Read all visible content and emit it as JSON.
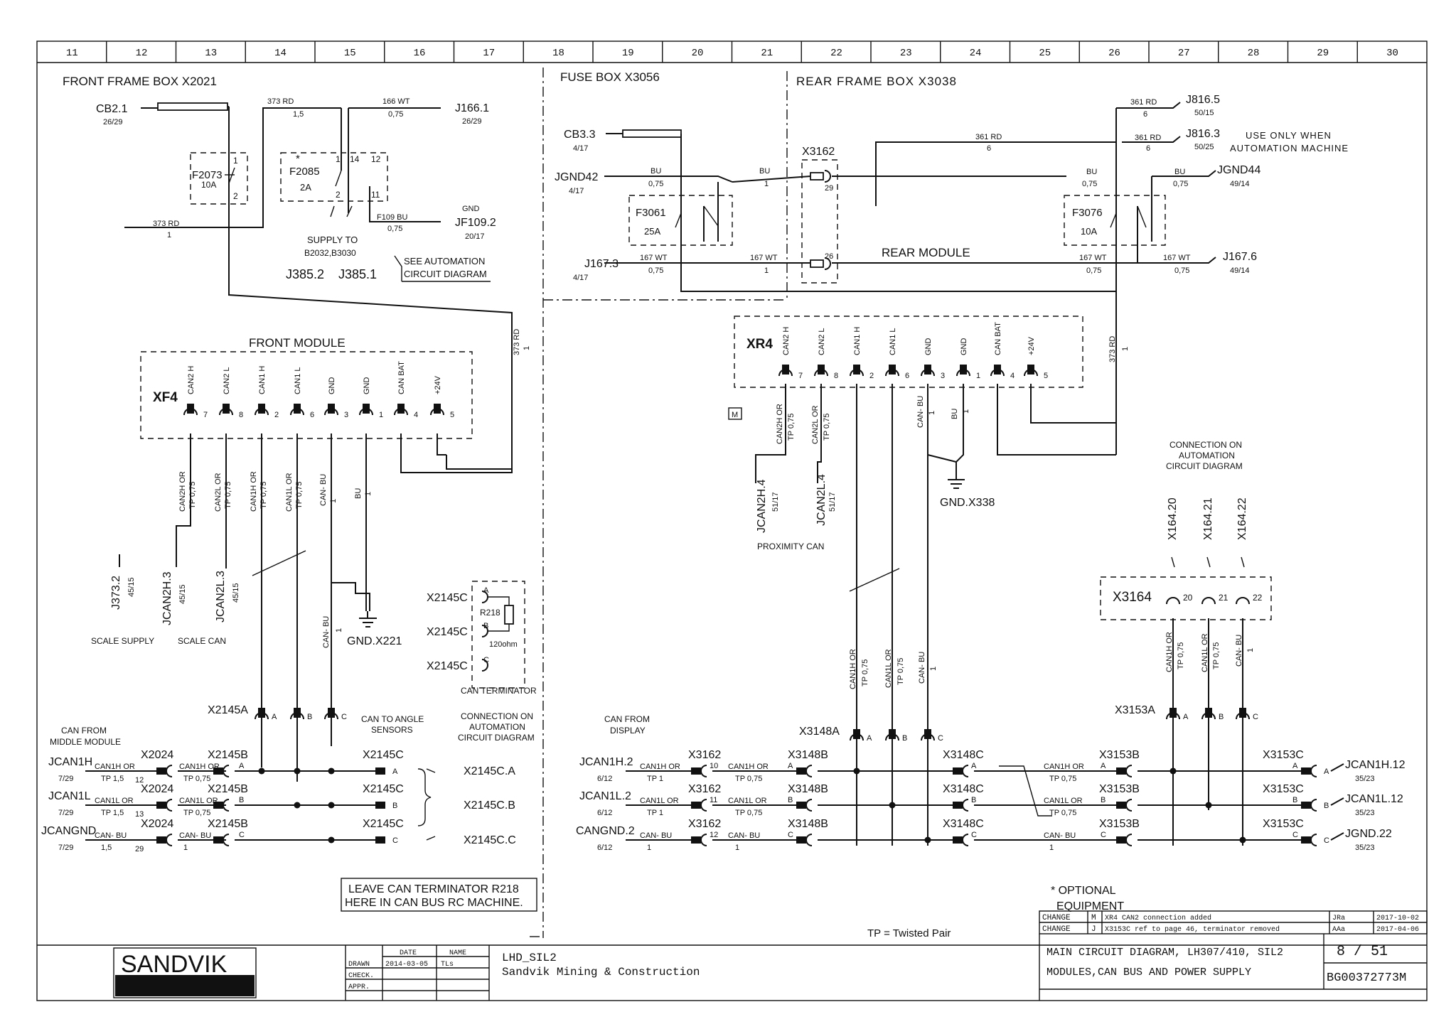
{
  "grid_columns": [
    "11",
    "12",
    "13",
    "14",
    "15",
    "16",
    "17",
    "18",
    "19",
    "20",
    "21",
    "22",
    "23",
    "24",
    "25",
    "26",
    "27",
    "28",
    "29",
    "30"
  ],
  "sections": {
    "front_frame_box": "FRONT FRAME BOX X2021",
    "fuse_box": "FUSE BOX X3056",
    "rear_frame_box": "REAR FRAME BOX X3038",
    "front_module": "FRONT MODULE",
    "rear_module": "REAR MODULE"
  },
  "front": {
    "cb21": "CB2.1",
    "cb21_ref": "26/29",
    "w373_top": "373 RD",
    "w373_top_size": "1,5",
    "w166": "166 WT",
    "w166_size": "0,75",
    "j1661": "J166.1",
    "j1661_ref": "26/29",
    "f2073": "F2073",
    "f2073_amp": "10A",
    "pin1": "1",
    "pin2": "2",
    "f2085": "F2085",
    "f2085_amp": "2A",
    "star": "*",
    "pin14": "14",
    "pin12": "12",
    "pin11": "11",
    "f109": "F109 BU",
    "f109_size": "0,75",
    "gnd": "GND",
    "jf1092": "JF109.2",
    "jf1092_ref": "20/17",
    "supply_to": "SUPPLY TO",
    "supply_targets": "B2032,B3030",
    "j3852": "J385.2",
    "j3851": "J385.1",
    "see_auto_1": "SEE AUTOMATION",
    "see_auto_2": "CIRCUIT DIAGRAM",
    "w373_mid": "373 RD",
    "w373_mid_size": "1",
    "w373_v": "373 RD",
    "w373_v_size": "1"
  },
  "xf4": {
    "label": "XF4",
    "pins": [
      {
        "name": "CAN2 H",
        "num": "7"
      },
      {
        "name": "CAN2 L",
        "num": "8"
      },
      {
        "name": "CAN1 H",
        "num": "2"
      },
      {
        "name": "CAN1 L",
        "num": "6"
      },
      {
        "name": "GND",
        "num": "3"
      },
      {
        "name": "GND",
        "num": "1"
      },
      {
        "name": "CAN BAT",
        "num": "4"
      },
      {
        "name": "+24V",
        "num": "5"
      }
    ],
    "wire_labels": [
      {
        "l1": "CAN2H OR",
        "l2": "TP 0,75"
      },
      {
        "l1": "CAN2L OR",
        "l2": "TP 0,75"
      },
      {
        "l1": "CAN1H OR",
        "l2": "TP 0,75"
      },
      {
        "l1": "CAN1L OR",
        "l2": "TP 0,75"
      },
      {
        "l1": "CAN- BU",
        "l2": "1"
      },
      {
        "l1": "BU",
        "l2": "1"
      }
    ]
  },
  "front_bottom": {
    "j3732": "J373.2",
    "j3732_ref": "45/15",
    "jcan2h3": "JCAN2H.3",
    "jcan2h3_ref": "45/15",
    "jcan2l3": "JCAN2L.3",
    "jcan2l3_ref": "45/15",
    "scale_supply": "SCALE SUPPLY",
    "scale_can": "SCALE CAN",
    "gnd_x221": "GND.X221",
    "can_bu": "CAN- BU",
    "can_bu_size": "1",
    "x2145c": "X2145C",
    "pin_a": "A",
    "pin_b": "B",
    "pin_c": "C",
    "r218": "R218",
    "ohm": "120ohm",
    "can_terminator": "CAN TERMINATOR",
    "x2145a": "X2145A",
    "can_to_angle_1": "CAN TO ANGLE",
    "can_to_angle_2": "SENSORS",
    "conn_auto_1": "CONNECTION ON",
    "conn_auto_2": "AUTOMATION",
    "conn_auto_3": "CIRCUIT DIAGRAM",
    "can_from_mid_1": "CAN FROM",
    "can_from_mid_2": "MIDDLE MODULE",
    "rows": [
      {
        "jname": "JCAN1H",
        "jref": "7/29",
        "w1a": "CAN1H OR",
        "w1b": "TP 1,5",
        "pin": "12",
        "conn1": "X2024",
        "w2a": "CAN1H OR",
        "w2b": "TP 0,75",
        "conn2": "X2145B",
        "pinletter": "A",
        "conn3": "X2145C",
        "out": "X2145C.A"
      },
      {
        "jname": "JCAN1L",
        "jref": "7/29",
        "w1a": "CAN1L OR",
        "w1b": "TP 1,5",
        "pin": "13",
        "conn1": "X2024",
        "w2a": "CAN1L OR",
        "w2b": "TP 0,75",
        "conn2": "X2145B",
        "pinletter": "B",
        "conn3": "X2145C",
        "out": "X2145C.B"
      },
      {
        "jname": "JCANGND",
        "jref": "7/29",
        "w1a": "CAN- BU",
        "w1b": "1,5",
        "pin": "29",
        "conn1": "X2024",
        "w2a": "CAN- BU",
        "w2b": "1",
        "conn2": "X2145B",
        "pinletter": "C",
        "conn3": "X2145C",
        "out": "X2145C.C"
      }
    ],
    "leave_1": "LEAVE CAN TERMINATOR R218",
    "leave_2": "HERE IN CAN BUS RC MACHINE."
  },
  "fuse": {
    "cb33": "CB3.3",
    "cb33_ref": "4/17",
    "jgnd42": "JGND42",
    "jgnd42_ref": "4/17",
    "bu": "BU",
    "bu_size": "0,75",
    "bu2": "BU",
    "bu2_size": "1",
    "f3061": "F3061",
    "f3061_amp": "25A",
    "j1673": "J167.3",
    "j1673_ref": "4/17",
    "w167": "167 WT",
    "w167_size": "0,75",
    "w167b": "167 WT",
    "w167b_size": "1",
    "x3162": "X3162",
    "pin29": "29",
    "pin26": "26"
  },
  "rear": {
    "w361a": "361 RD",
    "w361a_size": "6",
    "j8165": "J816.5",
    "j8165_ref": "50/15",
    "w361b": "361 RD",
    "w361b_size": "6",
    "j8163": "J816.3",
    "j8163_ref": "50/25",
    "use_only_1": "USE ONLY WHEN",
    "use_only_2": "AUTOMATION MACHINE",
    "w361c": "361 RD",
    "w361c_size": "6",
    "bu": "BU",
    "bu_size": "0,75",
    "bu2": "BU",
    "bu2_size": "0,75",
    "jgnd44": "JGND44",
    "jgnd44_ref": "49/14",
    "f3076": "F3076",
    "f3076_amp": "10A",
    "w167": "167 WT",
    "w167_size": "0,75",
    "w167b": "167 WT",
    "w167b_size": "0,75",
    "j1676": "J167.6",
    "j1676_ref": "49/14",
    "w373": "373 RD",
    "w373_size": "1"
  },
  "xr4": {
    "label": "XR4",
    "pins": [
      {
        "name": "CAN2 H",
        "num": "7"
      },
      {
        "name": "CAN2 L",
        "num": "8"
      },
      {
        "name": "CAN1 H",
        "num": "2"
      },
      {
        "name": "CAN1 L",
        "num": "6"
      },
      {
        "name": "GND",
        "num": "3"
      },
      {
        "name": "GND",
        "num": "1"
      },
      {
        "name": "CAN BAT",
        "num": "4"
      },
      {
        "name": "+24V",
        "num": "5"
      }
    ],
    "marker": "M",
    "w_can2h_1": "CAN2H OR",
    "w_can2h_2": "TP 0,75",
    "w_can2l_1": "CAN2L OR",
    "w_can2l_2": "TP 0,75",
    "w_canbu": "CAN- BU",
    "w_canbu_size": "1",
    "w_bu": "BU",
    "w_bu_size": "1",
    "jcan2h4": "JCAN2H.4",
    "jcan2h4_ref": "51/17",
    "jcan2l4": "JCAN2L.4",
    "jcan2l4_ref": "51/17",
    "proximity": "PROXIMITY CAN",
    "gnd_x338": "GND.X338",
    "conn_auto_1": "CONNECTION ON",
    "conn_auto_2": "AUTOMATION",
    "conn_auto_3": "CIRCUIT DIAGRAM"
  },
  "rear_bottom": {
    "x16420": "X164.20",
    "x16421": "X164.21",
    "x16422": "X164.22",
    "x3164": "X3164",
    "p20": "20",
    "p21": "21",
    "p22": "22",
    "wl_can1h_1": "CAN1H OR",
    "wl_can1h_2": "TP 0,75",
    "wl_can1l_1": "CAN1L OR",
    "wl_can1l_2": "TP 0,75",
    "wl_canbu": "CAN- BU",
    "wl_canbu_size": "1",
    "x3148a": "X3148A",
    "x3153a": "X3153A",
    "pin_a": "A",
    "pin_b": "B",
    "pin_c": "C",
    "can_from_display_1": "CAN FROM",
    "can_from_display_2": "DISPLAY",
    "rows": [
      {
        "jname": "JCAN1H.2",
        "jref": "6/12",
        "w1a": "CAN1H OR",
        "w1b": "TP 1",
        "pin": "10",
        "c1": "X3162",
        "w2a": "CAN1H OR",
        "w2b": "TP 0,75",
        "c2": "X3148B",
        "c3": "X3148C",
        "w3a": "CAN1H OR",
        "w3b": "TP 0,75",
        "c4": "X3153B",
        "c5": "X3153C",
        "jout": "JCAN1H.12",
        "joutref": "35/23"
      },
      {
        "jname": "JCAN1L.2",
        "jref": "6/12",
        "w1a": "CAN1L OR",
        "w1b": "TP 1",
        "pin": "11",
        "c1": "X3162",
        "w2a": "CAN1L OR",
        "w2b": "TP 0,75",
        "c2": "X3148B",
        "c3": "X3148C",
        "w3a": "CAN1L OR",
        "w3b": "TP 0,75",
        "c4": "X3153B",
        "c5": "X3153C",
        "jout": "JCAN1L.12",
        "joutref": "35/23"
      },
      {
        "jname": "CANGND.2",
        "jref": "6/12",
        "w1a": "CAN- BU",
        "w1b": "1",
        "pin": "12",
        "c1": "X3162",
        "w2a": "CAN- BU",
        "w2b": "1",
        "c2": "X3148B",
        "c3": "X3148C",
        "w3a": "CAN- BU",
        "w3b": "1",
        "c4": "X3153B",
        "c5": "X3153C",
        "jout": "JGND.22",
        "joutref": "35/23"
      }
    ]
  },
  "notes": {
    "optional_1": "* OPTIONAL",
    "optional_2": "EQUIPMENT",
    "tp": "TP = Twisted Pair"
  },
  "changes": [
    {
      "label": "CHANGE",
      "mark": "M",
      "text": "XR4 CAN2 connection added",
      "by": "JRa",
      "date": "2017-10-02"
    },
    {
      "label": "CHANGE",
      "mark": "J",
      "text": "X3153C ref to page 46, terminator removed",
      "by": "AAa",
      "date": "2017-04-06"
    }
  ],
  "title_block": {
    "logo": "SANDVIK",
    "date_hdr": "DATE",
    "name_hdr": "NAME",
    "drawn": "DRAWN",
    "drawn_date": "2014-03-05",
    "drawn_name": "TLs",
    "check": "CHECK.",
    "appr": "APPR.",
    "project": "LHD_SIL2",
    "company": "Sandvik Mining & Construction",
    "title_1": "MAIN CIRCUIT DIAGRAM, LH307/410, SIL2",
    "title_2": "MODULES,CAN BUS AND POWER SUPPLY",
    "page": "8  / 51",
    "doc_no": "BG00372773M"
  }
}
